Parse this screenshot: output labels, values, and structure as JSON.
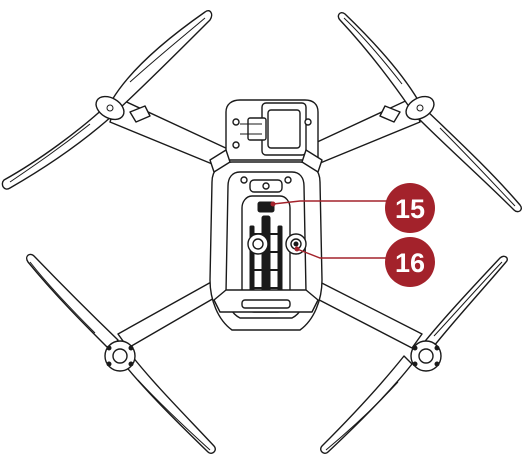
{
  "callouts": [
    {
      "id": "15",
      "label": "15"
    },
    {
      "id": "16",
      "label": "16"
    }
  ],
  "colors": {
    "callout_fill": "#a3222b",
    "leader_line": "#a3222b",
    "outline": "#1a1a1a"
  }
}
